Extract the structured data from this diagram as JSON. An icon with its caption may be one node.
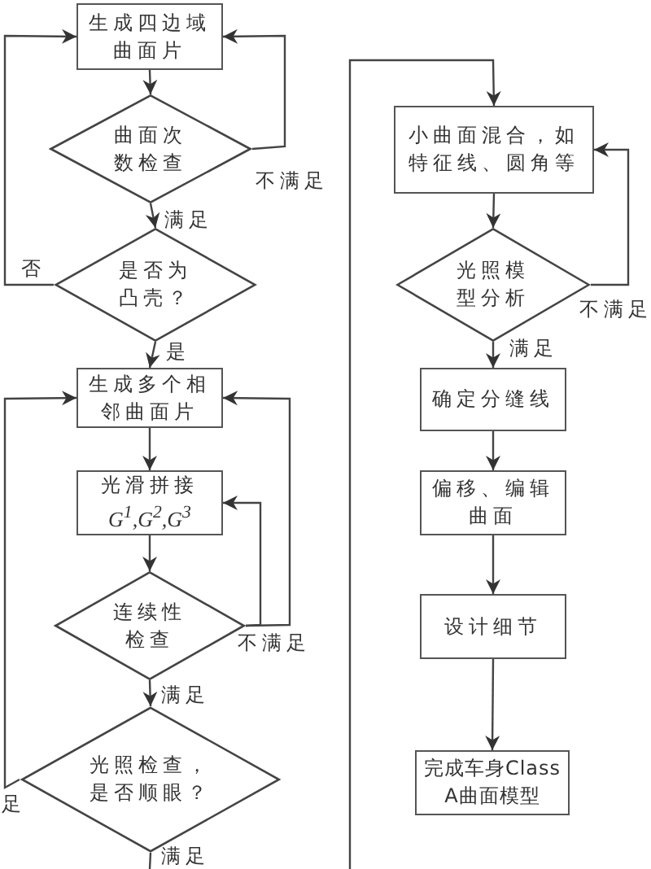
{
  "diagram": {
    "nodes": [
      {
        "text": [
          "生成四边域曲面片"
        ]
      },
      {
        "text": [
          "曲面次数检查"
        ]
      },
      {
        "text": [
          "是否为凸壳？"
        ]
      },
      {
        "text": [
          "生成多个相邻曲面片"
        ]
      },
      {
        "text": [
          "光滑拼接",
          "G$^{1}$,G$^{2}$,G$^{3}$"
        ]
      },
      {
        "text": [
          "连续性检查"
        ]
      },
      {
        "text": [
          "光照检查，是否顺眼？"
        ]
      },
      {
        "text": [
          "小曲面混合，如特征线、圆角等"
        ]
      },
      {
        "text": [
          "光照模型分析"
        ]
      },
      {
        "text": [
          "确定分缝线"
        ]
      },
      {
        "text": [
          "偏移、编辑曲面"
        ]
      },
      {
        "text": [
          "设计细节"
        ]
      },
      {
        "text": [
          "完成车身Class A曲面模型"
        ]
      }
    ],
    "edges": [
      {
        "from": 0,
        "to": 1,
        "arrow": "to"
      },
      {
        "from": 1,
        "to": 0,
        "arrow": "to",
        "label": "不满足"
      },
      {
        "from": 1,
        "to": 2,
        "arrow": "to",
        "label": "满足"
      },
      {
        "from": 2,
        "to": 0,
        "arrow": "to",
        "label": "否"
      },
      {
        "from": 2,
        "to": 3,
        "arrow": "to",
        "label": "是"
      },
      {
        "from": 3,
        "to": 4,
        "arrow": "to"
      },
      {
        "from": 4,
        "to": 5,
        "arrow": "to"
      },
      {
        "from": 5,
        "to": 4,
        "arrow": "to",
        "label": "不满足"
      },
      {
        "from": 5,
        "to": 3,
        "arrow": "to"
      },
      {
        "from": 5,
        "to": 6,
        "arrow": "to",
        "label": "满足"
      },
      {
        "from": 6,
        "to": 3,
        "arrow": "to",
        "label": "足"
      },
      {
        "from": 6,
        "to": null,
        "arrow": "none",
        "label": "满足"
      },
      {
        "from": null,
        "to": 7,
        "arrow": "to"
      },
      {
        "from": 7,
        "to": 8,
        "arrow": "to"
      },
      {
        "from": 8,
        "to": 7,
        "arrow": "to",
        "label": "不满足"
      },
      {
        "from": 8,
        "to": 9,
        "arrow": "to",
        "label": "满足"
      },
      {
        "from": 9,
        "to": 10,
        "arrow": "to"
      },
      {
        "from": 10,
        "to": 11,
        "arrow": "to"
      },
      {
        "from": 11,
        "to": 12,
        "arrow": "to"
      }
    ]
  }
}
